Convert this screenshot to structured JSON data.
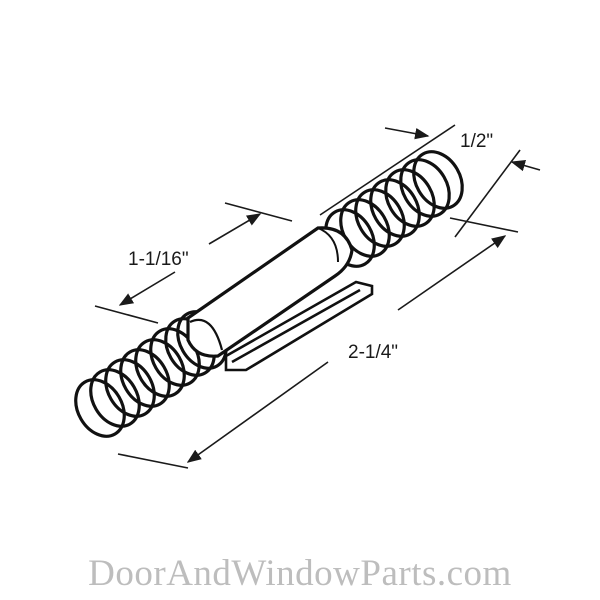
{
  "diagram": {
    "subject": "spring-loaded pin with center body and flat tab",
    "dimensions": {
      "spring_diameter": "1/2\"",
      "body_length": "1-1/16\"",
      "overall_length": "2-1/4\""
    }
  },
  "watermark": "DoorAndWindowParts.com"
}
